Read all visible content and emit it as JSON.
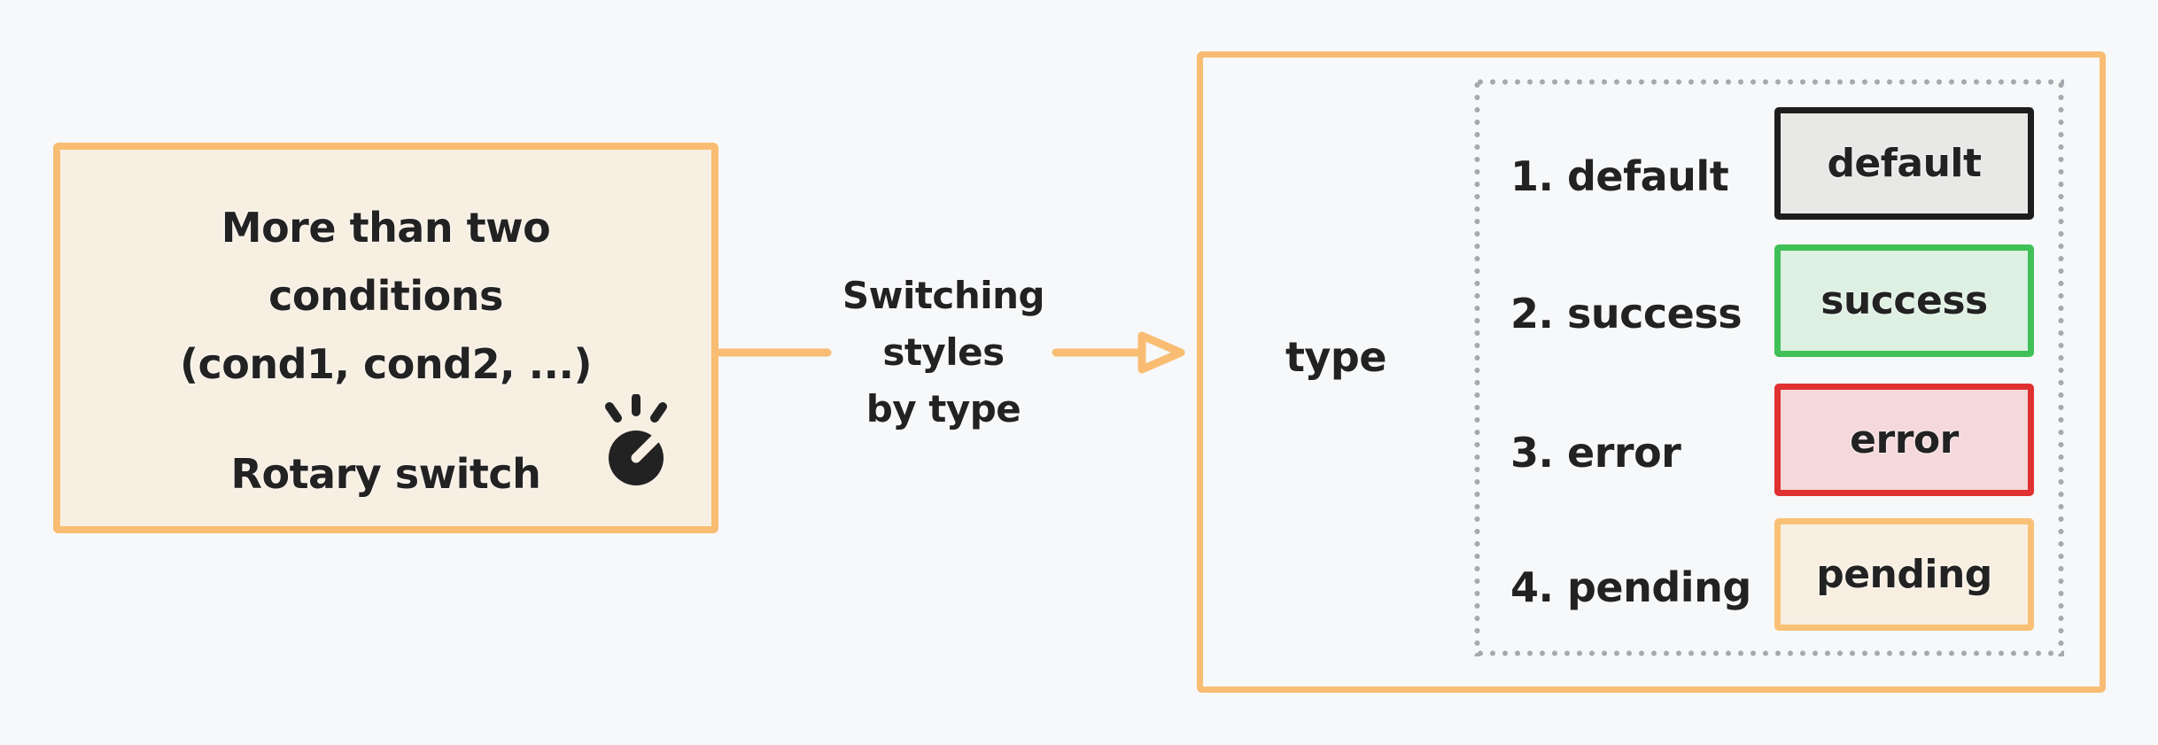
{
  "colors": {
    "canvas_bg": "#f7f8fa",
    "accent_orange": "#f8bd72",
    "ink": "#222222",
    "dot_gray": "#a5aab0",
    "cream_fill": "#f8efe3"
  },
  "left_box": {
    "lines": [
      "More than two",
      "conditions",
      "(cond1, cond2, ...)"
    ],
    "caption": "Rotary switch",
    "icon": "rotary-knob-icon"
  },
  "arrow": {
    "label_lines": [
      "Switching",
      "styles",
      "by type"
    ]
  },
  "right_box": {
    "type_label": "type",
    "cases": [
      {
        "list_label": "1. default",
        "badge_label": "default",
        "fill": "#e8e8e7",
        "border": "#1d1d1d"
      },
      {
        "list_label": "2. success",
        "badge_label": "success",
        "fill": "#def0e2",
        "border": "#40c057"
      },
      {
        "list_label": "3. error",
        "badge_label": "error",
        "fill": "#f5d8da",
        "border": "#e03131"
      },
      {
        "list_label": "4. pending",
        "badge_label": "pending",
        "fill": "#f8efe2",
        "border": "#f9c175"
      }
    ]
  }
}
